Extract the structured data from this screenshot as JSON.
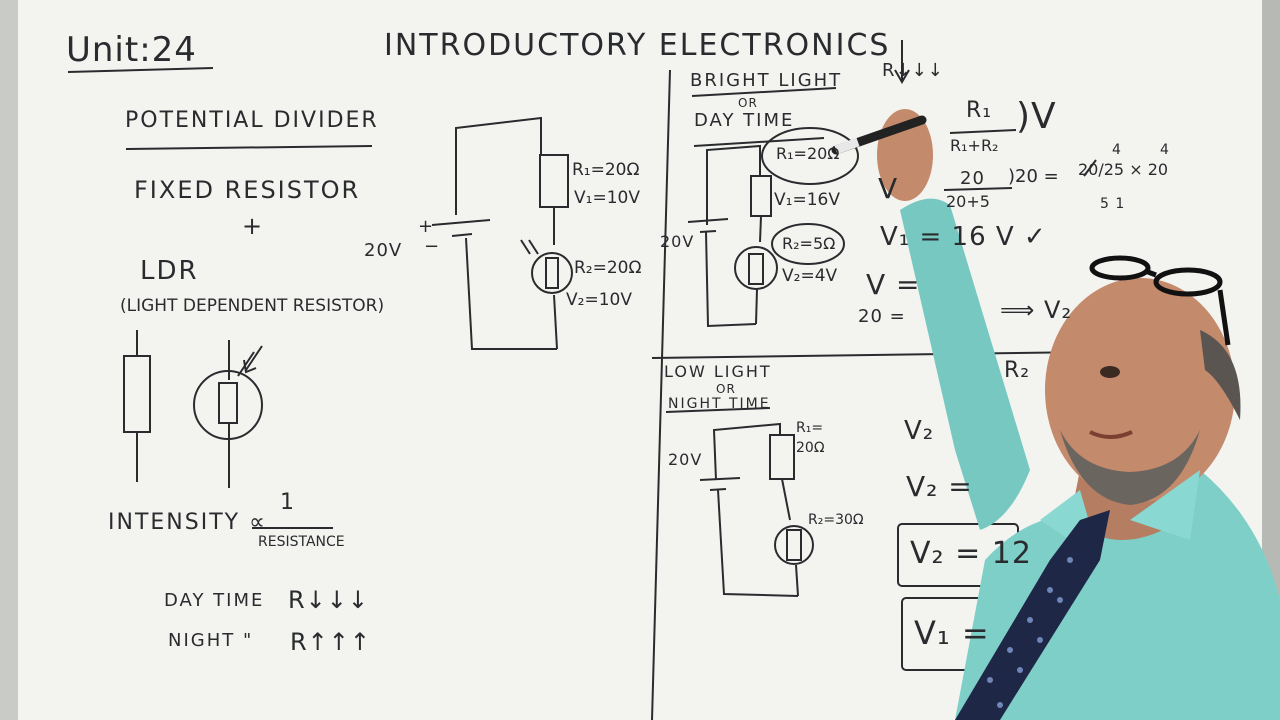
{
  "board": {
    "unit": "Unit:24",
    "title": "INTRODUCTORY ELECTRONICS",
    "left": {
      "heading": "POTENTIAL DIVIDER",
      "line1": "FIXED RESISTOR",
      "plus": "+",
      "ldr": "LDR",
      "ldr_full": "(LIGHT DEPENDENT RESISTOR)",
      "intensity": "INTENSITY ∝",
      "one": "1",
      "resistance": "RESISTANCE",
      "daytime": "DAY TIME",
      "day_r": "R↓↓↓",
      "night": "NIGHT \"",
      "night_r": "R↑↑↑"
    },
    "middle": {
      "voltage": "20V",
      "plus": "+",
      "minus": "−",
      "r1": "R₁=20Ω",
      "v1": "V₁=10V",
      "r2": "R₂=20Ω",
      "v2": "V₂=10V"
    },
    "right_top": {
      "heading1": "BRIGHT LIGHT",
      "or": "OR",
      "heading2": "DAY TIME",
      "voltage": "20V",
      "r1": "R₁=20Ω",
      "v1": "V₁=16V",
      "r2": "R₂=5Ω",
      "v2": "V₂=4V",
      "arrow_note": "R↓↓↓",
      "frac_num": "R₁",
      "frac_den": "R₁+R₂",
      "v_suffix": ")V",
      "calc_num": "20",
      "calc_den": "20+5",
      "calc_eq": ")20 = ",
      "calc_rhs": "20/25 × 20",
      "calc_4a": "4",
      "calc_4b": "4",
      "calc_51": "5 1",
      "v_prefix": "V",
      "result": "V₁ = 16 V ✓",
      "v_eq": "V = ",
      "twenty": "20 =",
      "implies": "⟹ V₂"
    },
    "right_bottom": {
      "heading1": "LOW LIGHT",
      "or": "OR",
      "heading2": "NIGHT TIME",
      "voltage": "20V",
      "r1a": "R₁=",
      "r1b": "20Ω",
      "r2": "R₂=30Ω",
      "formula_r2": "R₂",
      "v2a": "V₂",
      "v2b": "V₂ =",
      "box1": "V₂ = 12",
      "box2": "V₁ ="
    }
  },
  "colors": {
    "board": "#f3f4f0",
    "ink": "#2a2b2e",
    "shirt": "#7fcfc9",
    "tie": "#1f2746",
    "skin": "#c48a6c"
  }
}
